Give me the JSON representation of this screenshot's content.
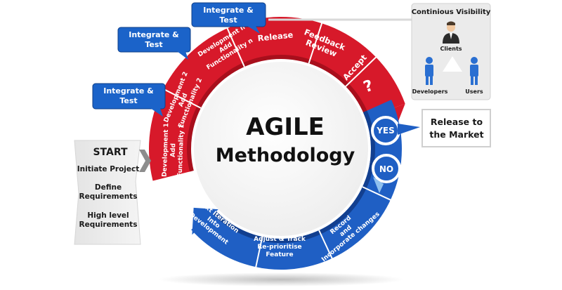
{
  "center": {
    "title": "AGILE",
    "subtitle": "Methodology"
  },
  "red_segments": {
    "dev1": [
      "Development 1",
      "Add",
      "Functionality 1"
    ],
    "dev2": [
      "Development 2",
      "Add",
      "Functionality 2"
    ],
    "devn": [
      "Development n",
      "Add",
      "Functionality n"
    ],
    "release": "Release",
    "feedback": [
      "Feedback",
      "Review"
    ],
    "accept": "Accept"
  },
  "blue_segments": {
    "record": [
      "Record",
      "and",
      "Incorporate changes"
    ],
    "adjust": [
      "Adjust & Track",
      "Re-prioritise",
      "Feature"
    ],
    "next": [
      "Next Iteration",
      "Into",
      "Development"
    ]
  },
  "decision": {
    "yes": "YES",
    "no": "NO"
  },
  "callouts": [
    [
      "Integrate &",
      "Test"
    ],
    [
      "Integrate &",
      "Test"
    ],
    [
      "Integrate &",
      "Test"
    ]
  ],
  "start_panel": {
    "title": "START",
    "items": [
      [
        "Initiate Project"
      ],
      [
        "Define",
        "Requirements"
      ],
      [
        "High level",
        "Requirements"
      ]
    ]
  },
  "visibility": {
    "title": "Continious Visibility",
    "clients": "Clients",
    "developers": "Developers",
    "users": "Users"
  },
  "market": [
    "Release to",
    "the Market"
  ],
  "colors": {
    "red": "#d7192a",
    "red_dark": "#a80f1c",
    "blue": "#1f5fc4",
    "blue_dark": "#123f8f",
    "callout_blue": "#1b63c9"
  }
}
